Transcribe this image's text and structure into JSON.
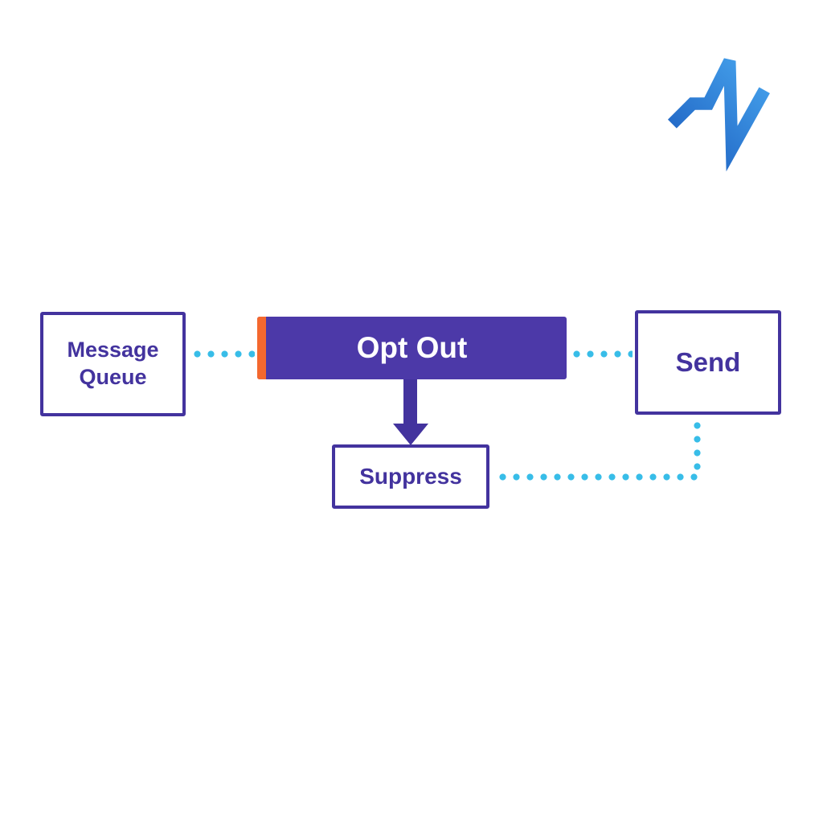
{
  "page": {
    "background": "#ffffff"
  },
  "colors": {
    "purple": "#43339e",
    "purpleFill": "#4c39a8",
    "orange": "#f4682e",
    "dotBlue": "#38bde8",
    "logoBlueDark": "#1f63c3",
    "logoBlueLight": "#47a5ee"
  },
  "diagram": {
    "type": "flowchart",
    "nodes": {
      "messageQueue": {
        "label": "Message Queue"
      },
      "optOut": {
        "label": "Opt Out"
      },
      "send": {
        "label": "Send"
      },
      "suppress": {
        "label": "Suppress"
      }
    },
    "edges": [
      {
        "from": "messageQueue",
        "to": "optOut",
        "style": "dotted"
      },
      {
        "from": "optOut",
        "to": "send",
        "style": "dotted"
      },
      {
        "from": "optOut",
        "to": "suppress",
        "style": "solid-arrow"
      },
      {
        "from": "suppress",
        "to": "send",
        "style": "dotted-elbow"
      }
    ]
  }
}
